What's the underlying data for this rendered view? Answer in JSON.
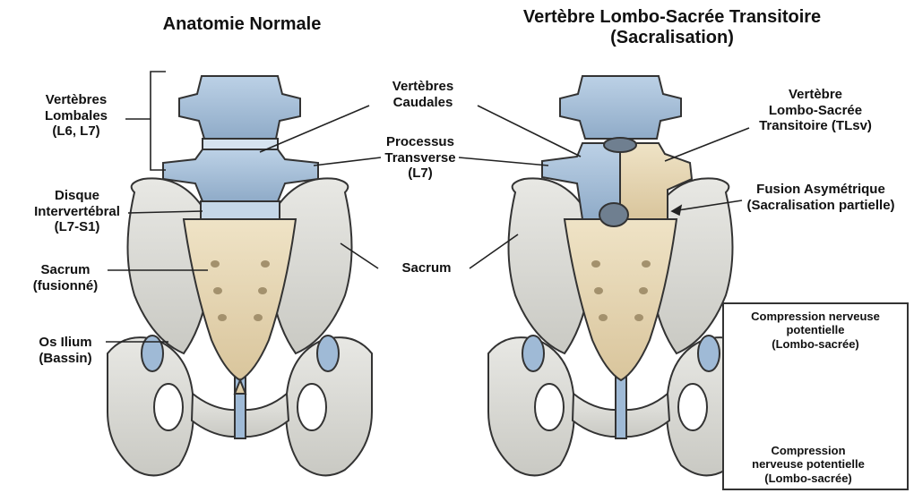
{
  "titles": {
    "left": "Anatomie Normale",
    "right_line1": "Vertèbre Lombo-Sacrée Transitoire",
    "right_line2": "(Sacralisation)"
  },
  "labels": {
    "lumbar": [
      "Vertèbres",
      "Lombales",
      "(L6, L7)"
    ],
    "disc": [
      "Disque",
      "Intervertébral",
      "(L7-S1)"
    ],
    "sacrum_left": [
      "Sacrum",
      "(fusionné)"
    ],
    "ilium": [
      "Os Ilium",
      "(Bassin)"
    ],
    "caudal": [
      "Vertèbres",
      "Caudales"
    ],
    "transverse": [
      "Processus",
      "Transverse",
      "(L7)"
    ],
    "sacrum_center": "Sacrum",
    "tlsv": [
      "Vertèbre",
      "Lombo-Sacrée",
      "Transitoire (TLsv)"
    ],
    "fusion": [
      "Fusion Asymétrique",
      "(Sacralisation partielle)"
    ]
  },
  "inset": {
    "top_label": [
      "Compression nerveuse",
      "potentielle",
      "(Lombo-sacrée)"
    ],
    "bottom_label": [
      "Compression",
      "nerveuse potentielle",
      "(Lombo-sacrée)"
    ]
  },
  "colors": {
    "vertebra": "#a9c2da",
    "sacrum": "#e6d8b8",
    "pelvis": "#d9d9d4",
    "outline": "#333333",
    "nerve_highlight": "#e3483c"
  }
}
